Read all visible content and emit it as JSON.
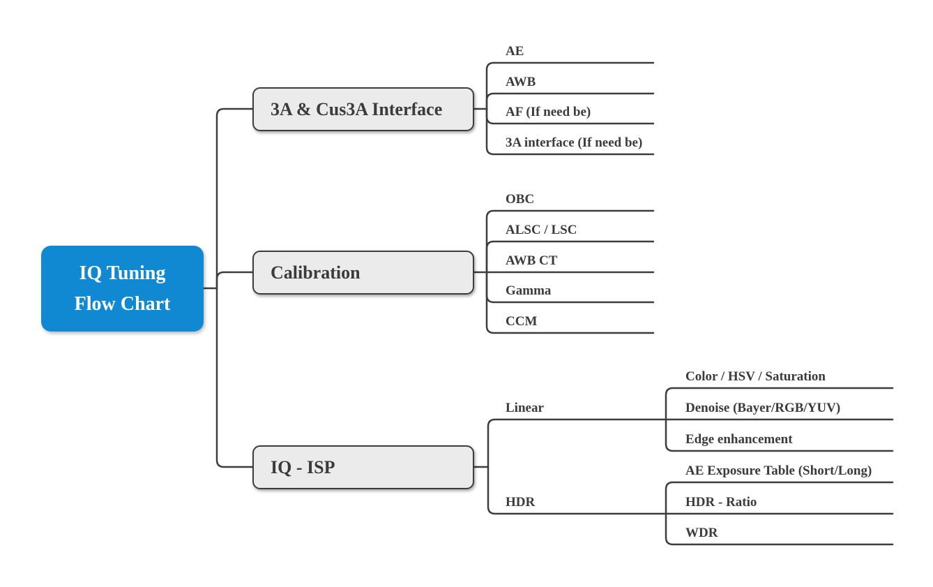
{
  "root": {
    "title": "IQ Tuning Flow Chart"
  },
  "branches": [
    {
      "label": "3A & Cus3A Interface",
      "children": [
        "AE",
        "AWB",
        "AF (If need be)",
        "3A interface (If need be)"
      ]
    },
    {
      "label": "Calibration",
      "children": [
        "OBC",
        "ALSC / LSC",
        "AWB CT",
        "Gamma",
        "CCM"
      ]
    },
    {
      "label": "IQ - ISP",
      "groups": [
        {
          "label": "Linear",
          "children": [
            "Color / HSV / Saturation",
            "Denoise (Bayer/RGB/YUV)",
            "Edge enhancement"
          ]
        },
        {
          "label": "HDR",
          "children": [
            "AE Exposure Table (Short/Long)",
            "HDR - Ratio",
            "WDR"
          ]
        }
      ]
    }
  ],
  "colors": {
    "root_background": "#1089d2",
    "root_text": "#ffffff",
    "branch_background": "#ebebeb",
    "branch_border": "#3d3d3d",
    "line": "#3d3d3d",
    "text": "#3b3b3b",
    "page_background": "#ffffff"
  }
}
